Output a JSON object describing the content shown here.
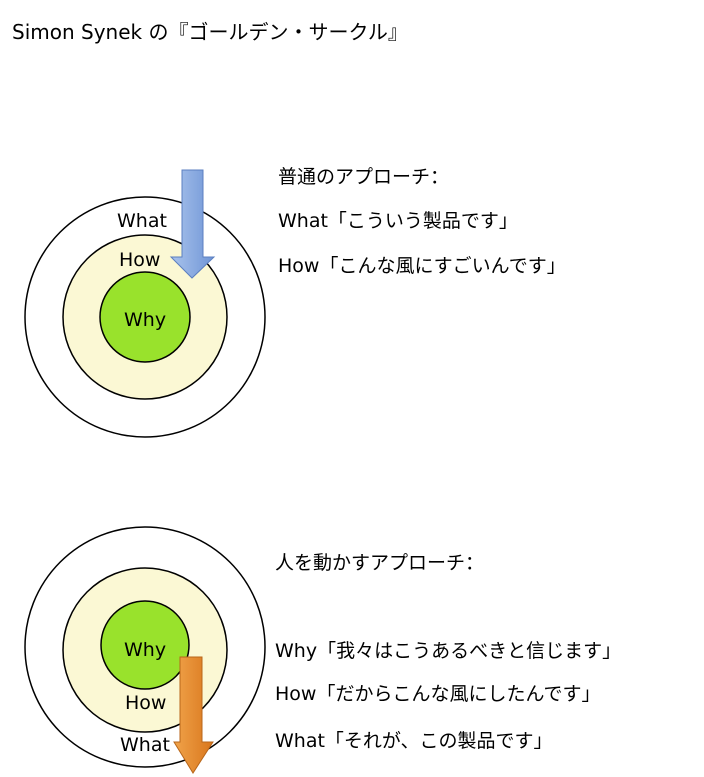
{
  "title": "Simon Synek の『ゴールデン・サークル』",
  "top": {
    "labels": {
      "what": "What",
      "how": "How",
      "why": "Why"
    },
    "heading": "普通のアプローチ：",
    "lines": [
      "What「こういう製品です」",
      "How「こんな風にすごいんです」"
    ]
  },
  "bottom": {
    "labels": {
      "what": "What",
      "how": "How",
      "why": "Why"
    },
    "heading": "人を動かすアプローチ：",
    "lines": [
      "Why「我々はこうあるべきと信じます」",
      "How「だからこんな風にしたんです」",
      "What「それが、この製品です」"
    ]
  },
  "colors": {
    "outer": "#ffffff",
    "middle": "#fbf8d4",
    "inner": "#99e22c",
    "arrow_top": "#7ea2dc",
    "arrow_bottom": "#e8892a"
  }
}
